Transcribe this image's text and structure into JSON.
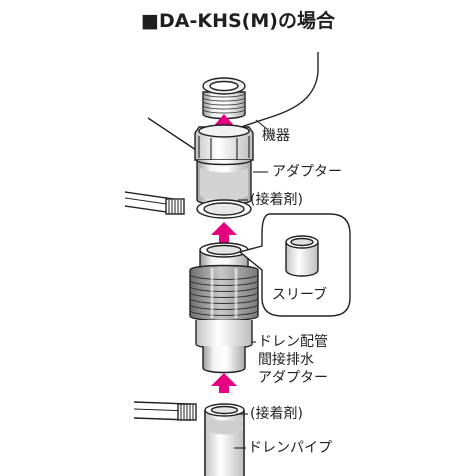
{
  "title": "■DA-KHS(M)の場合",
  "labels": {
    "device": "機器",
    "adapter": "アダプター",
    "adhesive_top": "(接着剤)",
    "sleeve": "スリーブ",
    "drain_adapter_line1": "ドレン配管",
    "drain_adapter_line2": "間接排水",
    "drain_adapter_line3": "アダプター",
    "adhesive_bottom": "(接着剤)",
    "drain_pipe": "ドレンパイプ"
  },
  "colors": {
    "arrow": "#e5007f",
    "line": "#222222",
    "part_fill": "#ffffff",
    "shade_light": "#d9d9d9",
    "shade_mid": "#bfbfbf",
    "shade_dark": "#9a9a9a"
  }
}
